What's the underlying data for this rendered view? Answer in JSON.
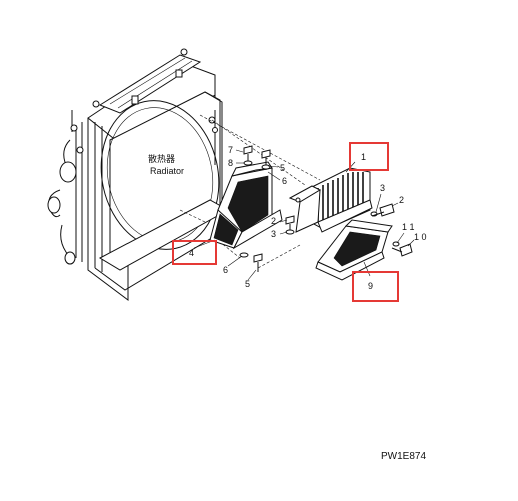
{
  "diagram": {
    "component_label_cn": "散热器",
    "component_label_en": "Radiator",
    "figure_code": "PW1E874",
    "highlight_color": "#e53935",
    "callouts": {
      "n1": "1",
      "n2a": "2",
      "n2b": "2",
      "n3a": "3",
      "n3b": "3",
      "n4": "4",
      "n5a": "5",
      "n5b": "5",
      "n6a": "6",
      "n6b": "6",
      "n7": "7",
      "n8": "8",
      "n9": "9",
      "n10": "1 0",
      "n11": "1 1"
    }
  }
}
